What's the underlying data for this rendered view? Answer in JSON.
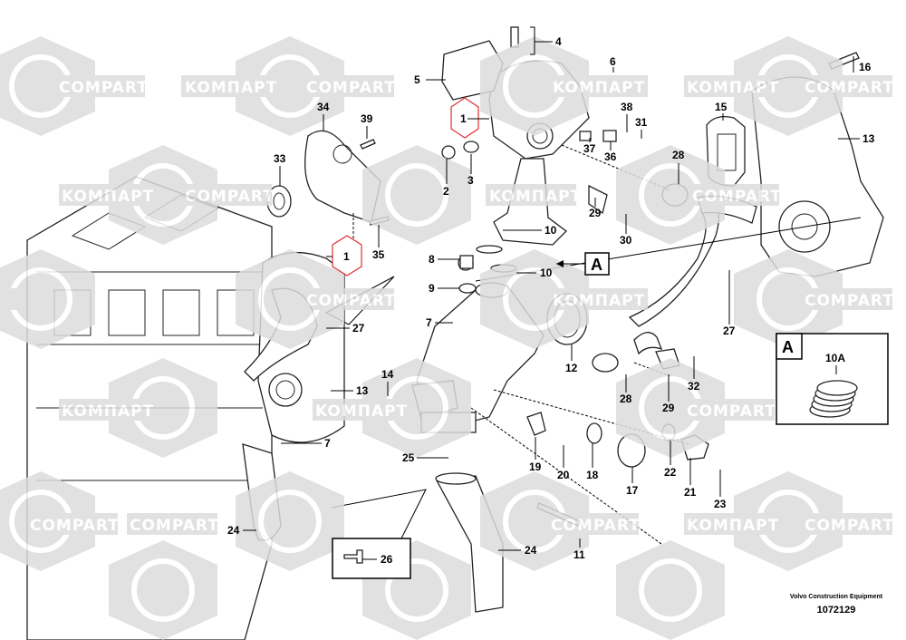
{
  "watermark": {
    "latin": "COMPART",
    "cyrillic": "KOMПАРТ"
  },
  "callouts": {
    "c4": "4",
    "c5": "5",
    "c6": "6",
    "c16": "16",
    "c15": "15",
    "c34": "34",
    "c39": "39",
    "c38": "38",
    "c31": "31",
    "c1a": "1",
    "c13a": "13",
    "c33": "33",
    "c37": "37",
    "c36": "36",
    "c28a": "28",
    "c2": "2",
    "c3": "3",
    "c29a": "29",
    "c30": "30",
    "c1b": "1",
    "c35": "35",
    "c8": "8",
    "c10a": "10",
    "c10b": "10",
    "c9": "9",
    "c27a": "27",
    "c7a": "7",
    "c12": "12",
    "c27b": "27",
    "c10A": "10A",
    "c14": "14",
    "c13b": "13",
    "c28b": "28",
    "c29b": "29",
    "c32": "32",
    "c7b": "7",
    "c25": "25",
    "c19": "19",
    "c20": "20",
    "c18": "18",
    "c17": "17",
    "c22": "22",
    "c21": "21",
    "c23": "23",
    "c24a": "24",
    "c26": "26",
    "c24b": "24",
    "c11": "11"
  },
  "detail_markers": {
    "main": "A",
    "inset": "A"
  },
  "footer": {
    "org": "Volvo Construction Equipment",
    "drawing_number": "1072129"
  },
  "colors": {
    "watermark": "#d9d9d9",
    "hex_callout": "#e03030"
  }
}
